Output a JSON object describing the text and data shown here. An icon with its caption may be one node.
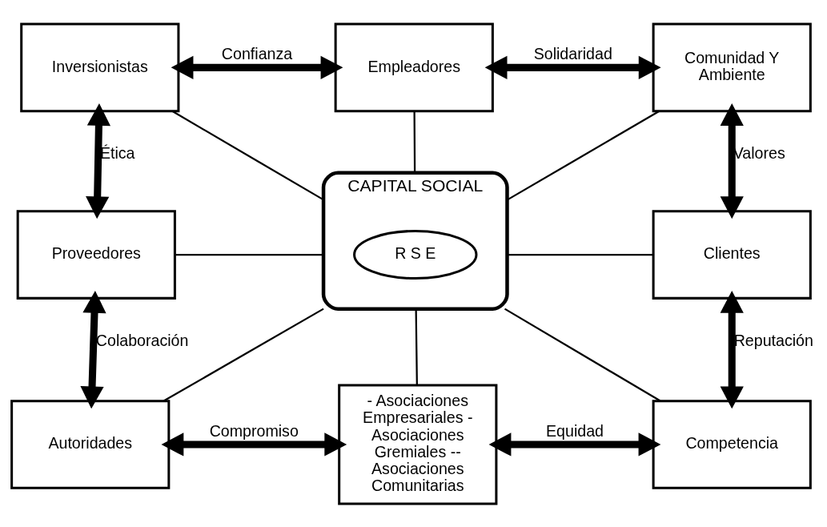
{
  "diagram": {
    "nodes": [
      {
        "text": [
          "CAPITAL SOCIAL"
        ]
      },
      {
        "text": [
          "R S E"
        ],
        "in": 0
      },
      {
        "text": [
          "Inversionistas"
        ]
      },
      {
        "text": [
          "Empleadores"
        ]
      },
      {
        "text": [
          "Comunidad Y Ambiente"
        ]
      },
      {
        "text": [
          "Proveedores"
        ]
      },
      {
        "text": [
          "Clientes"
        ]
      },
      {
        "text": [
          "Autoridades"
        ]
      },
      {
        "text": [
          "- Asociaciones Empresariales - Asociaciones Gremiales -- Asociaciones Comunitarias"
        ]
      },
      {
        "text": [
          "Competencia"
        ]
      }
    ],
    "edges": [
      {
        "from": 2,
        "to": 0,
        "arrow": "none"
      },
      {
        "from": 3,
        "to": 0,
        "arrow": "none"
      },
      {
        "from": 4,
        "to": 0,
        "arrow": "none"
      },
      {
        "from": 0,
        "to": 5,
        "arrow": "none"
      },
      {
        "from": 0,
        "to": 6,
        "arrow": "none"
      },
      {
        "from": 0,
        "to": 7,
        "arrow": "none"
      },
      {
        "from": 0,
        "to": 8,
        "arrow": "none"
      },
      {
        "from": 0,
        "to": 9,
        "arrow": "none"
      },
      {
        "from": 2,
        "to": 3,
        "arrow": "both",
        "label": "Confianza",
        "style": "thick"
      },
      {
        "from": 3,
        "to": 4,
        "arrow": "both",
        "label": "Solidaridad",
        "style": "thick"
      },
      {
        "from": 2,
        "to": 5,
        "arrow": "both",
        "label": "Ética",
        "style": "thick"
      },
      {
        "from": 4,
        "to": 6,
        "arrow": "both",
        "label": "Valores",
        "style": "thick"
      },
      {
        "from": 5,
        "to": 7,
        "arrow": "both",
        "label": "Colaboración",
        "style": "thick"
      },
      {
        "from": 6,
        "to": 9,
        "arrow": "both",
        "label": "Reputación",
        "style": "thick"
      },
      {
        "from": 7,
        "to": 8,
        "arrow": "both",
        "label": "Compromiso",
        "style": "thick"
      },
      {
        "from": 8,
        "to": 9,
        "arrow": "both",
        "label": "Equidad",
        "style": "thick"
      }
    ]
  }
}
